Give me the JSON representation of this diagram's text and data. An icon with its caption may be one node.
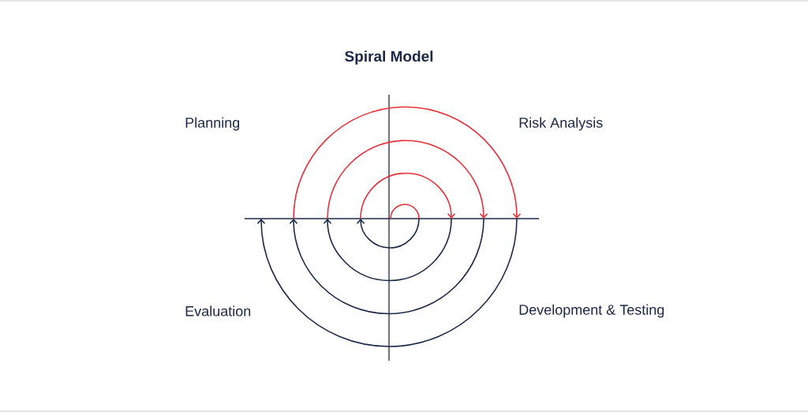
{
  "diagram": {
    "title": "Spiral Model",
    "labels": [
      "Planning",
      "Risk Analysis",
      "Evaluation",
      "Development & Testing"
    ]
  }
}
